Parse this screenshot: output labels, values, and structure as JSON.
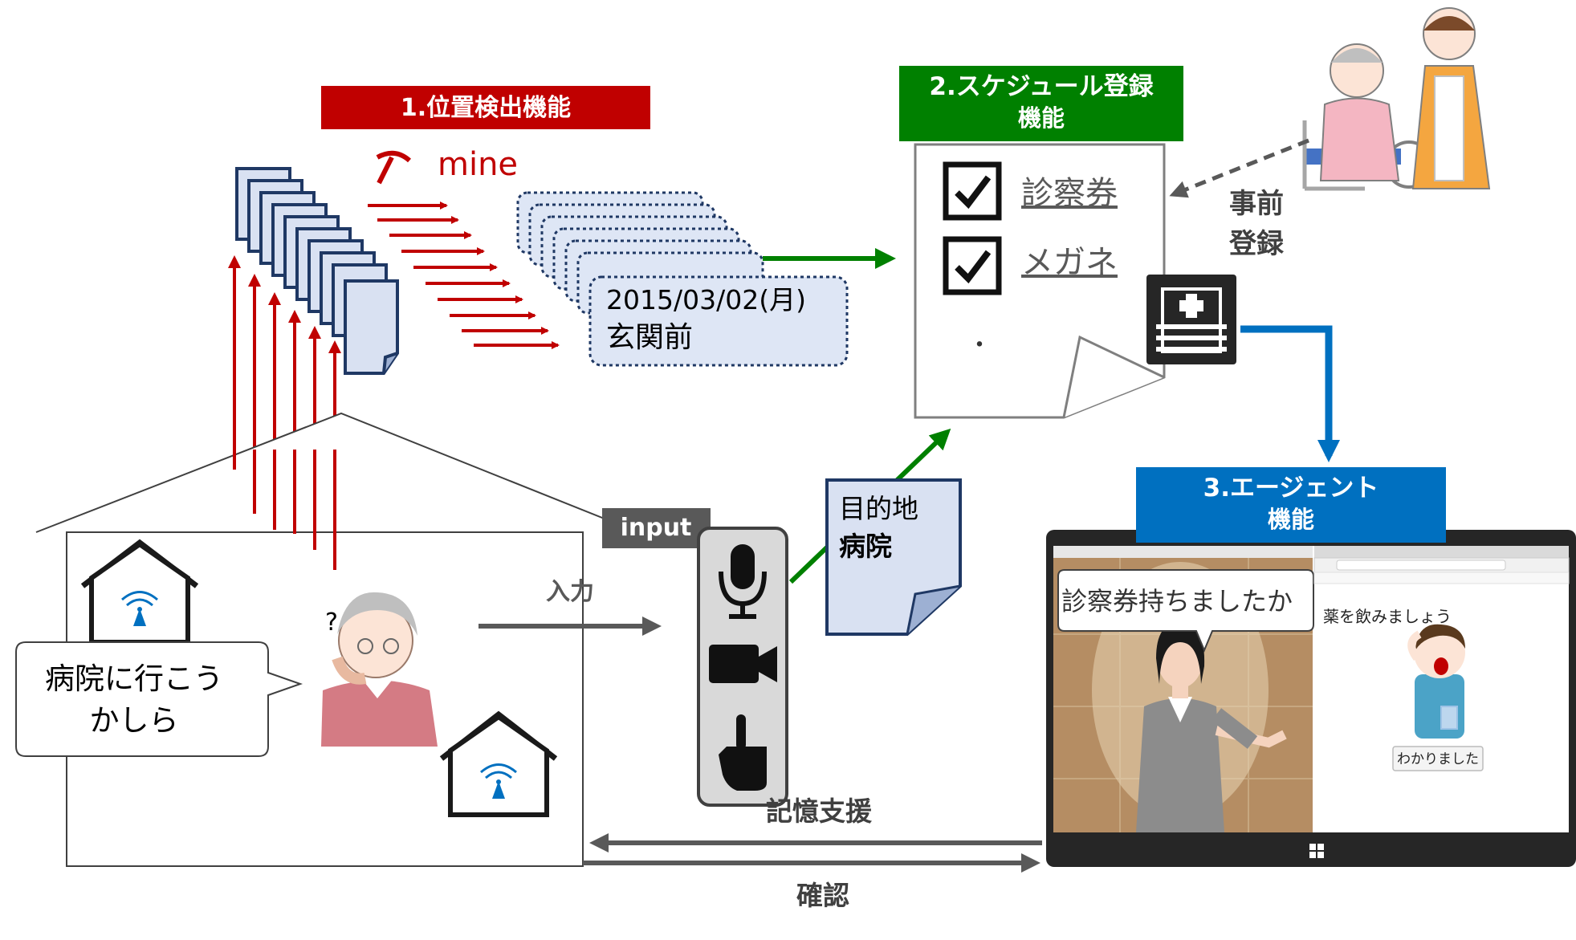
{
  "functions": {
    "position_detection": {
      "label": "1.位置検出機能",
      "color": "#C00000"
    },
    "schedule_registration": {
      "line1": "2.スケジュール登録",
      "line2": "機能",
      "color": "#008000"
    },
    "agent": {
      "line1": "3.エージェント",
      "line2": "機能",
      "color": "#0070C0"
    }
  },
  "mining": {
    "label": "mine",
    "record_date": "2015/03/02(月)",
    "record_place": "玄関前"
  },
  "schedule": {
    "items": [
      "診察券",
      "メガネ"
    ],
    "more": "・"
  },
  "pre_registration": {
    "line1": "事前",
    "line2": "登録"
  },
  "home": {
    "speech_line1": "病院に行こう",
    "speech_line2": "かしら",
    "question_mark": "?"
  },
  "input": {
    "tab_label": "input",
    "arrow_label": "入力"
  },
  "destination": {
    "line1": "目的地",
    "line2": "病院"
  },
  "agent_screen": {
    "speech": "診察券持ちましたか",
    "right_title": "薬を飲みましょう",
    "button": "わかりました"
  },
  "flows": {
    "memory_support": "記憶支援",
    "confirm": "確認"
  },
  "colors": {
    "red": "#C00000",
    "green": "#008000",
    "blue": "#0070C0",
    "gray": "#595959",
    "navy": "#1F3864"
  }
}
